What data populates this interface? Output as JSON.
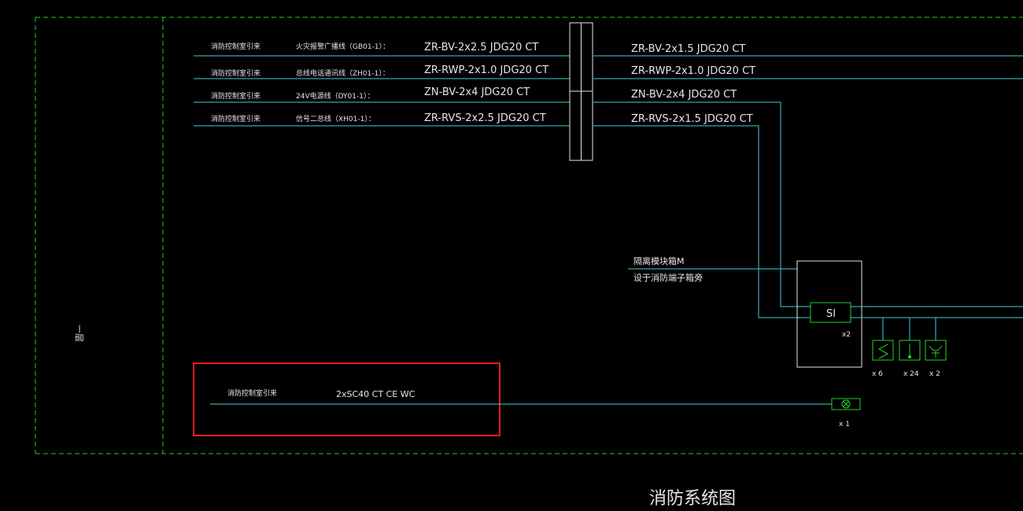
{
  "colors": {
    "background": "#000000",
    "frame_dashed": "#27c427",
    "cable_line": "#3fd0d6",
    "device_green": "#29d129",
    "text": "#e6e6e6",
    "highlight_box": "#e51c1c"
  },
  "floor_label": "一层",
  "drawing_title": "消防系统图",
  "cable_rows": [
    {
      "source": "消防控制室引来",
      "desc": "火灾报警广播线（GB01-1）：",
      "spec_in": "ZR-BV-2x2.5   JDG20  CT",
      "spec_out": "ZR-BV-2x1.5   JDG20  CT"
    },
    {
      "source": "消防控制室引来",
      "desc": "总线电话通讯线（ZH01-1）：",
      "spec_in": "ZR-RWP-2x1.0  JDG20  CT",
      "spec_out": "ZR-RWP-2x1.0  JDG20  CT"
    },
    {
      "source": "消防控制室引来",
      "desc": "24V电源线（DY01-1）：",
      "spec_in": "ZN-BV-2x4   JDG20  CT",
      "spec_out": "ZN-BV-2x4   JDG20  CT"
    },
    {
      "source": "消防控制室引来",
      "desc": "信号二总线（XH01-1）：",
      "spec_in": "ZR-RVS-2x2.5  JDG20  CT",
      "spec_out": "ZR-RVS-2x1.5  JDG20  CT"
    }
  ],
  "isolation_module_note": [
    "隔离模块箱M",
    "设于消防端子箱旁"
  ],
  "si_module": {
    "label": "SI",
    "count": "x2"
  },
  "devices": [
    {
      "icon": "smoke-detector-icon",
      "count": "x 6"
    },
    {
      "icon": "heat-detector-icon",
      "count": "x 24"
    },
    {
      "icon": "manual-alarm-icon",
      "count": "x 2"
    }
  ],
  "highlight_row": {
    "source": "消防控制室引来",
    "spec": "2xSC40  CT CE WC",
    "device_icon": "sounder-beacon-icon",
    "device_count": "x 1"
  }
}
